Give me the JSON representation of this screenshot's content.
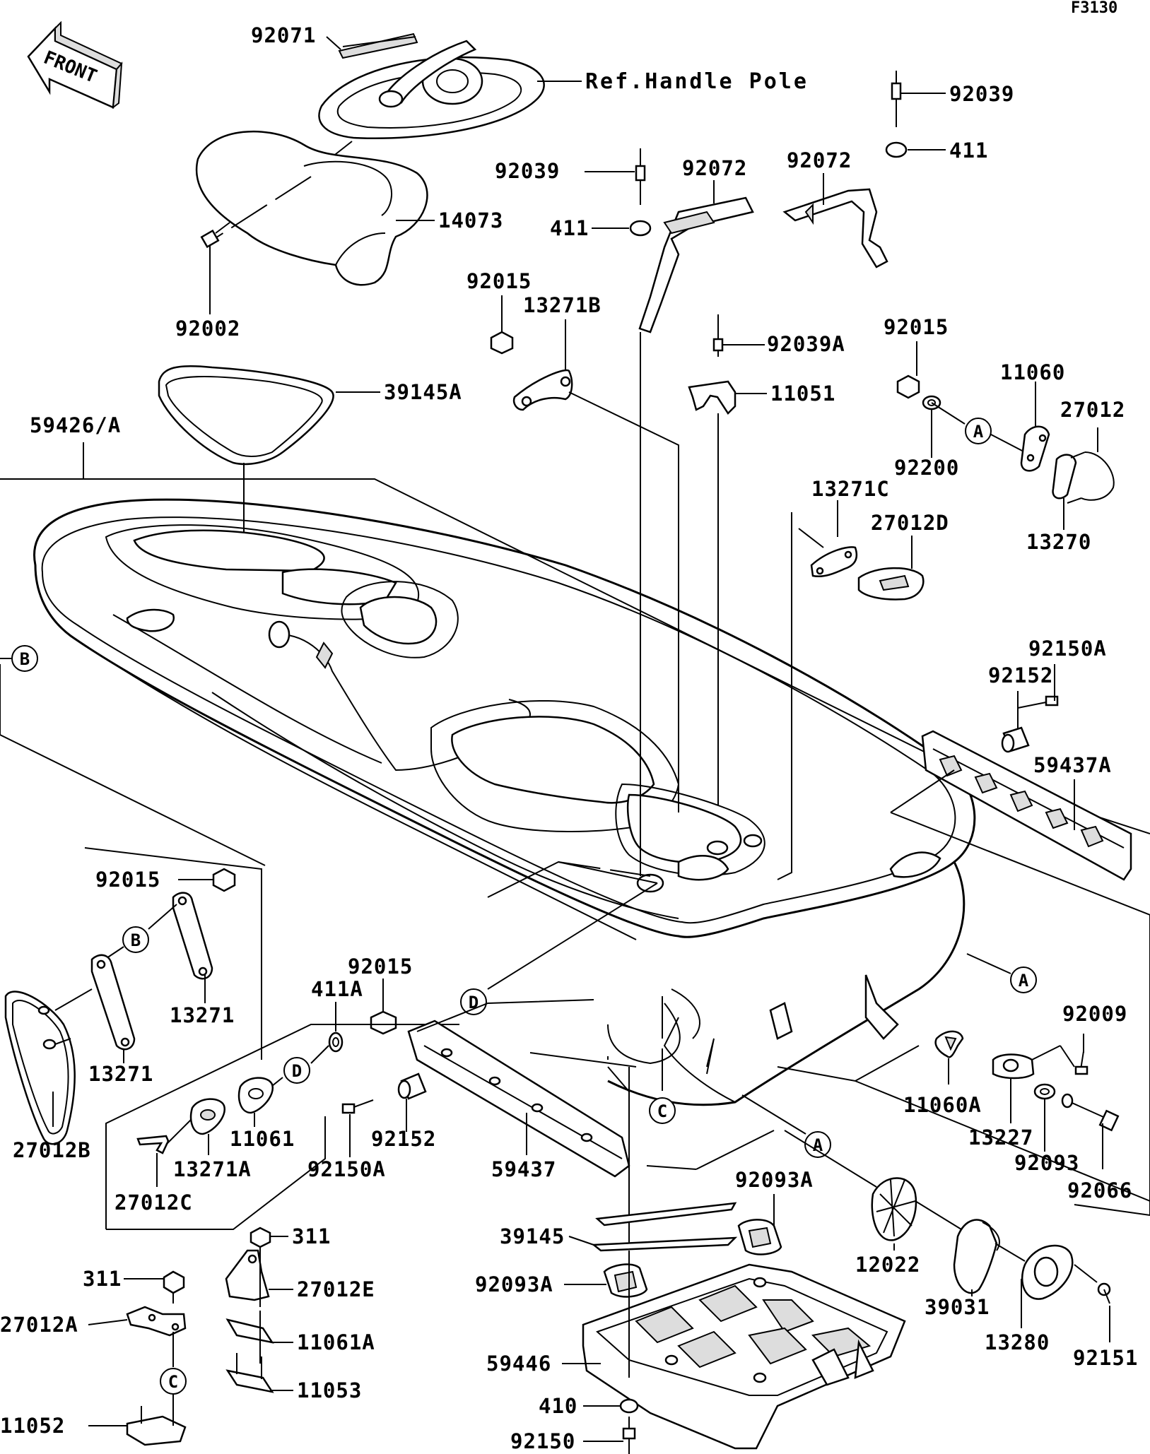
{
  "diagram_code": "F3130",
  "front_label": "FRONT",
  "ref_label": "Ref.Handle Pole",
  "callouts": {
    "A": "A",
    "B": "B",
    "C": "C",
    "D": "D"
  },
  "parts": {
    "p92071": "92071",
    "p92039_a": "92039",
    "p92039_b": "92039",
    "p92072_a": "92072",
    "p92072_b": "92072",
    "p411_a": "411",
    "p411_b": "411",
    "p14073": "14073",
    "p92002": "92002",
    "p92015_a": "92015",
    "p92015_b": "92015",
    "p92015_c": "92015",
    "p92015_d": "92015",
    "p13271B": "13271B",
    "p92039A": "92039A",
    "p11051": "11051",
    "p39145A": "39145A",
    "p59426A": "59426/A",
    "p11060": "11060",
    "p27012": "27012",
    "p92200": "92200",
    "p13270": "13270",
    "p13271C": "13271C",
    "p27012D": "27012D",
    "p92150A_a": "92150A",
    "p92152_a": "92152",
    "p59437A": "59437A",
    "p13271_a": "13271",
    "p13271_b": "13271",
    "p27012B": "27012B",
    "p411A": "411A",
    "p11061": "11061",
    "p13271A": "13271A",
    "p27012C": "27012C",
    "p92150A_b": "92150A",
    "p92152_b": "92152",
    "p59437": "59437",
    "p92009": "92009",
    "p11060A": "11060A",
    "p13227": "13227",
    "p92093": "92093",
    "p92066": "92066",
    "p92093A_a": "92093A",
    "p92093A_b": "92093A",
    "p39145": "39145",
    "p59446": "59446",
    "p410": "410",
    "p92150": "92150",
    "p12022": "12022",
    "p39031": "39031",
    "p13280": "13280",
    "p92151": "92151",
    "p311_a": "311",
    "p311_b": "311",
    "p27012E": "27012E",
    "p27012A": "27012A",
    "p11061A": "11061A",
    "p11053": "11053",
    "p11052": "11052"
  }
}
